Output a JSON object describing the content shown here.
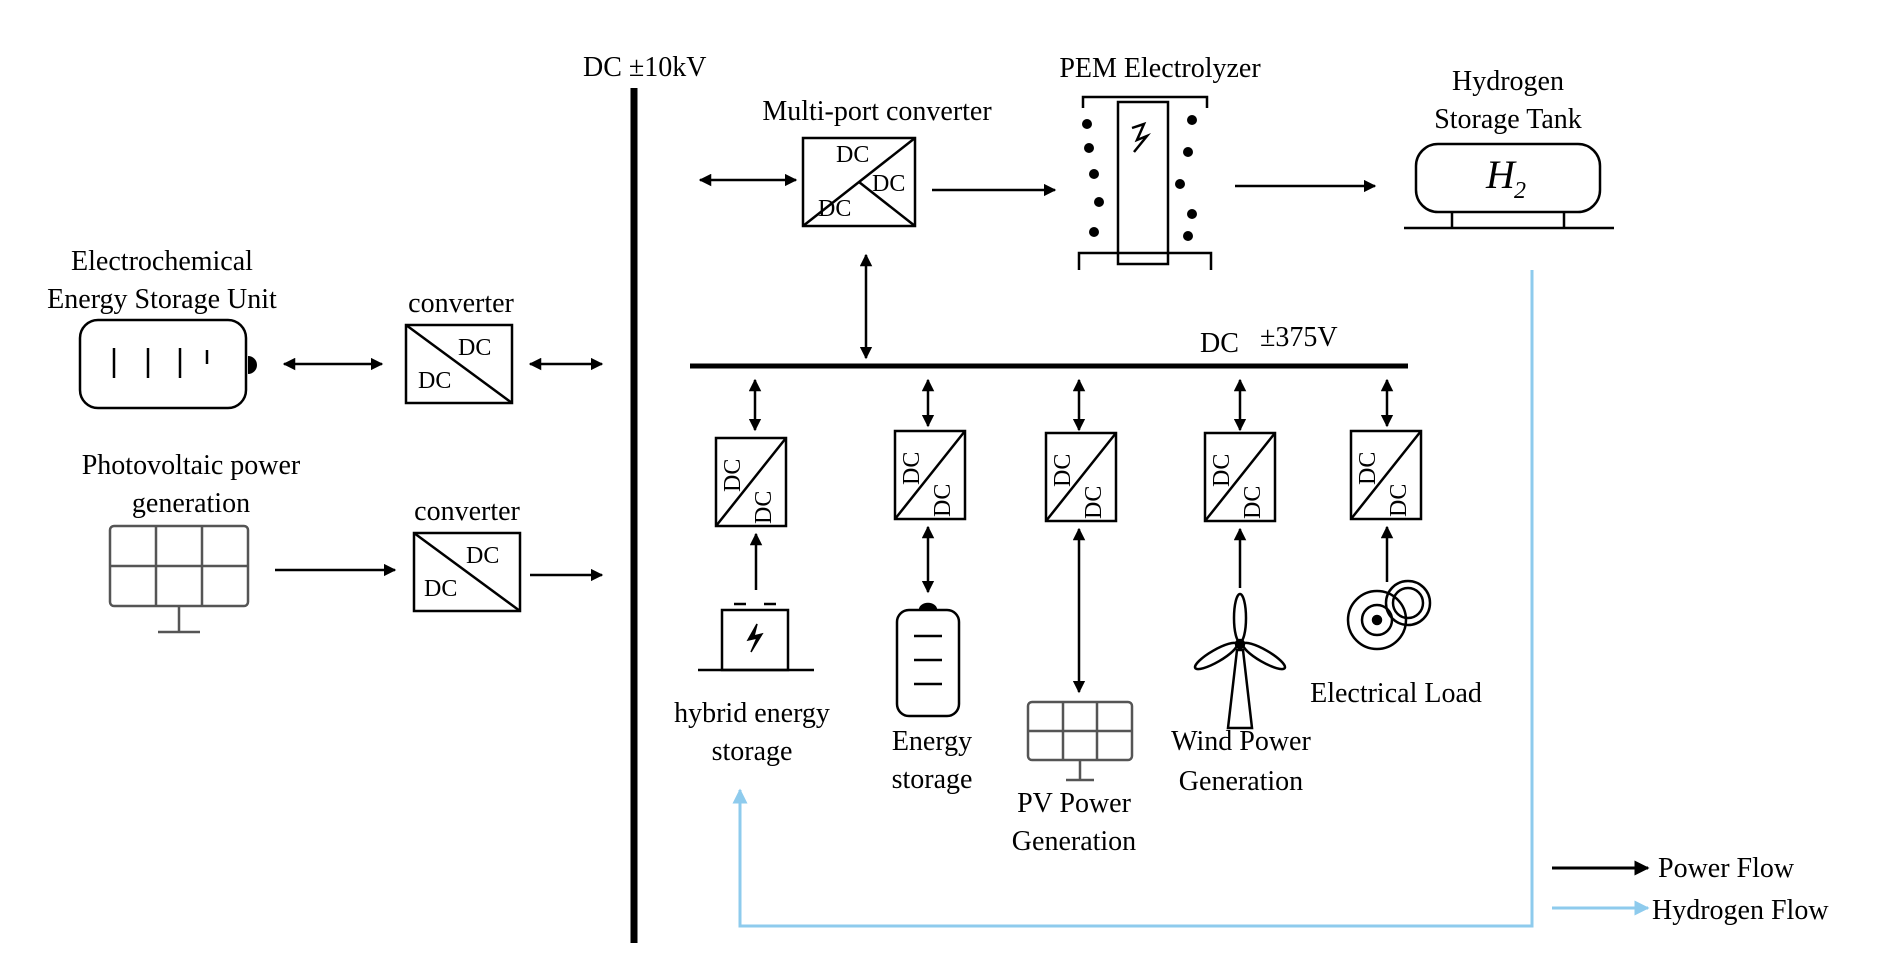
{
  "buses": {
    "main_bus": "DC ±10kV",
    "sub_bus_prefix": "DC",
    "sub_bus_voltage": "±375V"
  },
  "left": {
    "ess_title_line1": "Electrochemical",
    "ess_title_line2": "Energy Storage Unit",
    "converter_label": "converter",
    "pv_title_line1": "Photovoltaic power",
    "pv_title_line2": "generation",
    "converter2_label": "converter"
  },
  "top": {
    "multiport_label": "Multi-port converter",
    "pem_label": "PEM Electrolyzer",
    "tank_line1": "Hydrogen",
    "tank_line2": "Storage Tank",
    "h2_symbol": "H",
    "h2_subscript": "2"
  },
  "converter_text": "DC",
  "branches": {
    "hybrid_line1": "hybrid energy",
    "hybrid_line2": "storage",
    "energy_line1": "Energy",
    "energy_line2": "storage",
    "pv_line1": "PV Power",
    "pv_line2": "Generation",
    "wind_line1": "Wind Power",
    "wind_line2": "Generation",
    "load_label": "Electrical Load"
  },
  "legend": {
    "power_flow": "Power Flow",
    "hydrogen_flow": "Hydrogen Flow"
  },
  "colors": {
    "power": "#000000",
    "hydrogen": "#8ecbed",
    "icon_gray": "#555555"
  }
}
